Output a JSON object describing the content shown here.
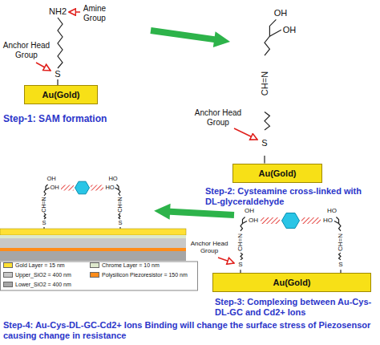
{
  "diagram": {
    "nodes": [
      {
        "text": [
          "Au(Gold)"
        ]
      },
      {
        "text": [
          "Au(Gold)"
        ]
      },
      {
        "text": [
          "Au(Gold)"
        ]
      }
    ],
    "labels": [
      "NH2",
      "Amine Group",
      "Anchor Head Group",
      "S",
      "Step-1: SAM formation",
      "OH",
      "OH",
      "CH=N",
      "S",
      "Anchor Head Group",
      "Step-2: Cysteamine cross-linked with DL-glyceraldehyde",
      "OH",
      "OH",
      "HO",
      "HO",
      "CH=N",
      "CH=N",
      "S",
      "S",
      "Anchor Head Group",
      "Step-3: Complexing between Au-Cys-DL-GC and Cd2+ Ions",
      "OH",
      "OH",
      "HO",
      "HO",
      "CH=N",
      "CH=N",
      "S",
      "S",
      "Step-4: Au-Cys-DL-GC-Cd2+ Ions Binding will change the surface stress of Piezosensor causing change in resistance"
    ],
    "legend": [
      {
        "text": "Gold Layer = 15 nm",
        "color": "#ffe033"
      },
      {
        "text": "Chrome Layer = 10 nm",
        "color": "#dde8cc"
      },
      {
        "text": "Upper_SiO2 = 400 nm",
        "color": "#c8c8c8"
      },
      {
        "text": "Polysilicon Piezoresistor = 150 nm",
        "color": "#ff8c1a"
      },
      {
        "text": "Lower_SiO2 = 400 nm",
        "color": "#a6a6a6"
      }
    ]
  }
}
